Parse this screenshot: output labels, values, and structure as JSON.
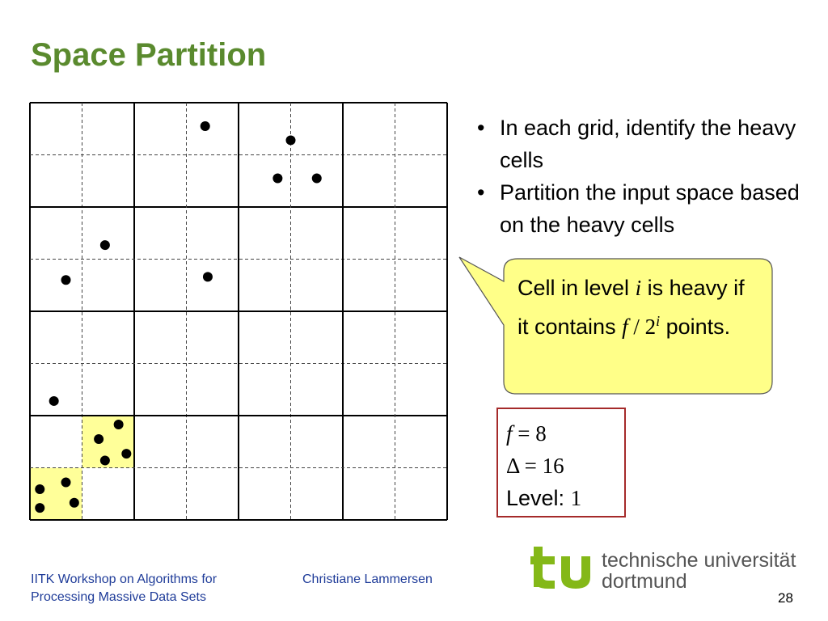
{
  "slide": {
    "title": "Space Partition",
    "bullets": [
      {
        "text": "In each grid, identify the heavy cells"
      },
      {
        "text": "Partition the input space based on the heavy cells"
      }
    ],
    "callout": {
      "prefix": "Cell in level ",
      "var_i": "i",
      "mid": " is heavy if it contains ",
      "var_f": "f",
      "slash": " / ",
      "two": "2",
      "sup_i": "i",
      "suffix": " points."
    },
    "params": {
      "f_var": "f",
      "f_eq": " = 8",
      "delta_sym": "Δ",
      "delta_eq": " = 16",
      "level_label": "Level: ",
      "level_value": "1"
    },
    "footer": {
      "left_line1": "IITK Workshop on Algorithms for",
      "left_line2": "Processing Massive Data Sets",
      "author": "Christiane Lammersen",
      "logo_line1": "technische universität",
      "logo_line2": "dortmund",
      "page": "28"
    },
    "colors": {
      "title": "#5a8a2e",
      "highlight": "#ffff99",
      "callout_fill": "#ffff88",
      "params_border": "#a52a2a",
      "logo_green": "#84b818"
    }
  },
  "diagram": {
    "grid_cells": 8,
    "coarse_every": 2,
    "highlighted_cells": [
      {
        "col": 0,
        "row": 7
      },
      {
        "col": 1,
        "row": 6
      }
    ],
    "points": [
      {
        "x": 3.36,
        "y": 0.45
      },
      {
        "x": 5.0,
        "y": 0.72
      },
      {
        "x": 4.75,
        "y": 1.45
      },
      {
        "x": 5.5,
        "y": 1.45
      },
      {
        "x": 1.44,
        "y": 2.73
      },
      {
        "x": 0.69,
        "y": 3.4
      },
      {
        "x": 3.41,
        "y": 3.34
      },
      {
        "x": 0.46,
        "y": 5.72
      },
      {
        "x": 1.7,
        "y": 6.17
      },
      {
        "x": 1.32,
        "y": 6.45
      },
      {
        "x": 1.85,
        "y": 6.73
      },
      {
        "x": 1.44,
        "y": 6.86
      },
      {
        "x": 0.69,
        "y": 7.28
      },
      {
        "x": 0.19,
        "y": 7.41
      },
      {
        "x": 0.85,
        "y": 7.67
      },
      {
        "x": 0.19,
        "y": 7.77
      }
    ]
  }
}
